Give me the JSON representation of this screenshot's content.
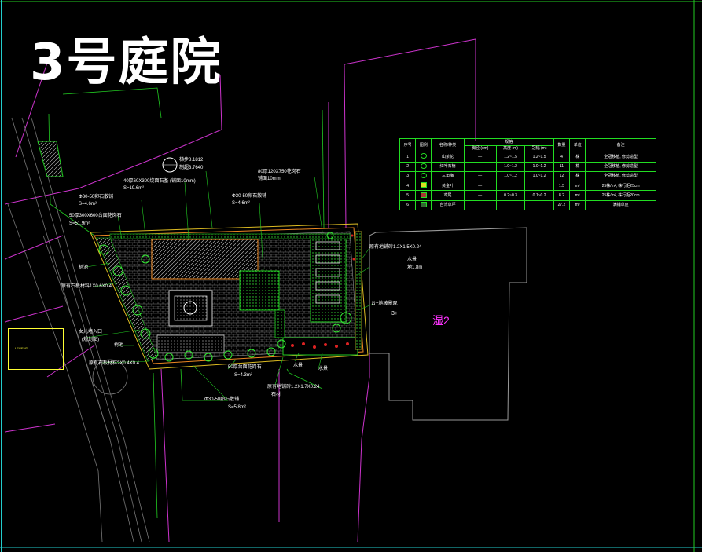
{
  "title": "3号庭院",
  "building_label": "湿2",
  "building_sub_label": "3+",
  "legend_box_text": "LEGEND",
  "labels": {
    "l1": "梯步8.1812",
    "l2": "制超3.7640",
    "l3": "40厚60X300烧面石基 (铺面10mm)",
    "l4": "S=19.6m²",
    "l5": "Φ30-50卵石散铺",
    "l6": "S=4.6m²",
    "l7": "50厚300X600台面花岗石",
    "l8": "S=51.9m²",
    "l9": "80厚120X750花岗石",
    "l10": "铺面10mm",
    "l11": "Φ30-50卵石散铺",
    "l12": "S=4.6m²",
    "l13": "原有地铺砖1.2X1.5X0.24",
    "l14": "水景",
    "l15": "地1.8m",
    "l16": "台+地被景观",
    "l17": "树池",
    "l18": "原有石板材料1X0.6X0.4",
    "l19": "女儿墙入口",
    "l20": "(规划图)",
    "l21": "原有石板材料2X0.4X0.4",
    "l22": "50厚台面花岗石",
    "l23": "S=4.3m²",
    "l24": "原有地铺砖1.2X1.7X0.24",
    "l25": "Φ30-50卵石散铺",
    "l26": "S=5.8m²",
    "l27": "树池",
    "l28": "水景",
    "l29": "水景",
    "l30": "石材"
  },
  "table": {
    "header": [
      "序号",
      "图例",
      "名称/种类",
      "规格",
      "",
      "",
      "数量",
      "单位",
      "备注"
    ],
    "subheader": [
      "",
      "",
      "",
      "胸径 (cm)",
      "高度 (m)",
      "冠幅 (m)",
      "",
      "",
      ""
    ],
    "rows": [
      [
        "1",
        "",
        "山茶花",
        "—",
        "1.2~1.5",
        "1.2~1.5",
        "4",
        "株",
        "全冠移植, 修剪造型"
      ],
      [
        "2",
        "",
        "红叶石楠",
        "—",
        "1.0~1.2",
        "1.0~1.2",
        "11",
        "株",
        "全冠移植, 修剪造型"
      ],
      [
        "3",
        "",
        "三角梅",
        "—",
        "1.0~1.2",
        "1.0~1.2",
        "12",
        "株",
        "全冠移植, 修剪造型"
      ],
      [
        "4",
        "",
        "黄金叶",
        "—",
        "",
        "",
        "1.5",
        "m²",
        "25株/m², 株行距25cm"
      ],
      [
        "5",
        "",
        "鸢尾",
        "—",
        "0.2~0.3",
        "0.1~0.2",
        "8.2",
        "m²",
        "25株/m², 株行距20cm"
      ],
      [
        "6",
        "",
        "台湾草坪",
        "",
        "",
        "",
        "27.2",
        "m²",
        "满铺草皮"
      ]
    ]
  }
}
